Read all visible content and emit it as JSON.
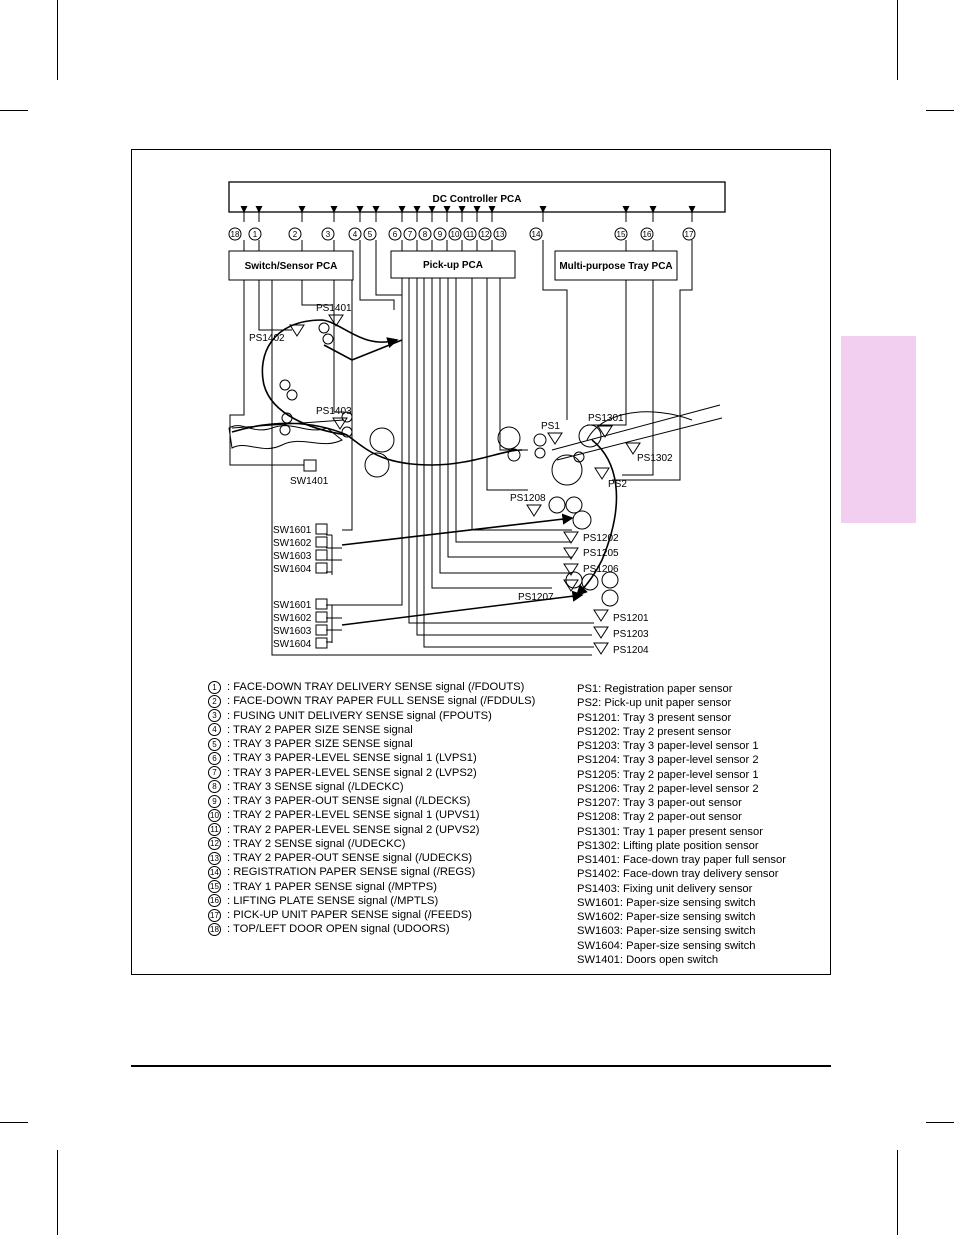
{
  "page": {
    "accent": "#f2cff0",
    "ink": "#000000"
  },
  "boxes": {
    "dc_controller": "DC Controller PCA",
    "switch_sensor": "Switch/Sensor PCA",
    "pickup": "Pick-up PCA",
    "mp_tray": "Multi-purpose Tray PCA"
  },
  "signal_numbers": [
    "18",
    "1",
    "2",
    "3",
    "4",
    "5",
    "6",
    "7",
    "8",
    "9",
    "10",
    "11",
    "12",
    "13",
    "14",
    "15",
    "16",
    "17"
  ],
  "diagram_labels": {
    "ps1401": "PS1401",
    "ps1402": "PS1402",
    "ps1403": "PS1403",
    "sw1401": "SW1401",
    "ps1": "PS1",
    "ps1301": "PS1301",
    "ps1302": "PS1302",
    "ps2": "PS2",
    "ps1208": "PS1208",
    "ps1202": "PS1202",
    "ps1205": "PS1205",
    "ps1206": "PS1206",
    "ps1207": "PS1207",
    "ps1201": "PS1201",
    "ps1203": "PS1203",
    "ps1204": "PS1204",
    "sw1601a": "SW1601",
    "sw1602a": "SW1602",
    "sw1603a": "SW1603",
    "sw1604a": "SW1604",
    "sw1601b": "SW1601",
    "sw1602b": "SW1602",
    "sw1603b": "SW1603",
    "sw1604b": "SW1604"
  },
  "signals": [
    {
      "num": "1",
      "text": ": FACE-DOWN TRAY DELIVERY SENSE signal (/FDOUTS)"
    },
    {
      "num": "2",
      "text": ": FACE-DOWN TRAY PAPER FULL SENSE signal (/FDDULS)"
    },
    {
      "num": "3",
      "text": ": FUSING UNIT DELIVERY SENSE signal (FPOUTS)"
    },
    {
      "num": "4",
      "text": ": TRAY 2 PAPER SIZE SENSE signal"
    },
    {
      "num": "5",
      "text": ": TRAY 3 PAPER SIZE SENSE signal"
    },
    {
      "num": "6",
      "text": ": TRAY 3 PAPER-LEVEL SENSE signal 1 (LVPS1)"
    },
    {
      "num": "7",
      "text": ": TRAY 3 PAPER-LEVEL SENSE signal 2 (LVPS2)"
    },
    {
      "num": "8",
      "text": ": TRAY 3 SENSE signal (/LDECKC)"
    },
    {
      "num": "9",
      "text": ": TRAY 3 PAPER-OUT SENSE signal (/LDECKS)"
    },
    {
      "num": "10",
      "text": ": TRAY 2 PAPER-LEVEL SENSE signal 1 (UPVS1)"
    },
    {
      "num": "11",
      "text": ": TRAY 2 PAPER-LEVEL SENSE signal 2 (UPVS2)"
    },
    {
      "num": "12",
      "text": ": TRAY 2 SENSE signal (/UDECKC)"
    },
    {
      "num": "13",
      "text": ": TRAY 2 PAPER-OUT SENSE signal (/UDECKS)"
    },
    {
      "num": "14",
      "text": ": REGISTRATION PAPER SENSE signal (/REGS)"
    },
    {
      "num": "15",
      "text": ": TRAY 1 PAPER SENSE signal (/MPTPS)"
    },
    {
      "num": "16",
      "text": ": LIFTING PLATE SENSE signal (/MPTLS)"
    },
    {
      "num": "17",
      "text": ": PICK-UP UNIT PAPER SENSE signal (/FEEDS)"
    },
    {
      "num": "18",
      "text": ": TOP/LEFT DOOR OPEN signal (UDOORS)"
    }
  ],
  "sensors": [
    "PS1: Registration paper sensor",
    "PS2: Pick-up unit paper sensor",
    "PS1201: Tray 3 present sensor",
    "PS1202: Tray 2 present sensor",
    "PS1203: Tray 3 paper-level sensor 1",
    "PS1204: Tray 3 paper-level sensor 2",
    "PS1205: Tray 2 paper-level sensor 1",
    "PS1206: Tray 2 paper-level sensor 2",
    "PS1207: Tray 3 paper-out sensor",
    "PS1208: Tray 2 paper-out sensor",
    "PS1301: Tray 1 paper present sensor",
    "PS1302: Lifting plate position sensor",
    "PS1401: Face-down tray paper full sensor",
    "PS1402: Face-down tray delivery sensor",
    "PS1403: Fixing unit delivery sensor",
    "SW1601: Paper-size sensing switch",
    "SW1602: Paper-size sensing switch",
    "SW1603: Paper-size sensing switch",
    "SW1604: Paper-size sensing switch",
    "SW1401: Doors open switch"
  ]
}
